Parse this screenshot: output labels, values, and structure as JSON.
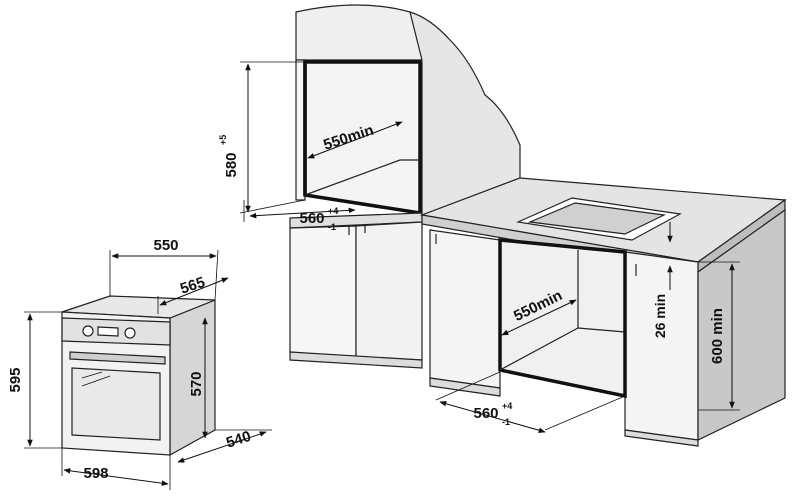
{
  "colors": {
    "line": "#111111",
    "panel_light": "#f2f2f2",
    "panel_mid": "#dcdcdc",
    "panel_dark": "#bdbdbd",
    "cavity_line": "#111111"
  },
  "oven_dimensions": {
    "width": "598",
    "height": "595",
    "depth_total": "565",
    "depth_body": "540",
    "top_width": "550",
    "front_height": "570"
  },
  "column_install": {
    "niche_height": "580",
    "niche_height_sup": "+5",
    "niche_depth": "550min",
    "niche_width": "560",
    "niche_width_sup": "+4",
    "niche_width_sub": "-1"
  },
  "under_counter_install": {
    "niche_depth": "550min",
    "niche_width": "560",
    "niche_width_sup": "+4",
    "niche_width_sub": "-1",
    "gap": "26 min",
    "height": "600 min"
  }
}
